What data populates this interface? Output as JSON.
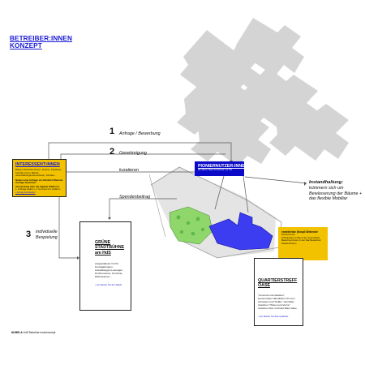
{
  "title": {
    "line1": "BETREIBER:INNEN",
    "line2": "KONZEPT"
  },
  "steps": [
    {
      "num": "1",
      "label": "Anfrage / Bewerbung"
    },
    {
      "num": "2",
      "label": "Genehmigung"
    },
    {
      "num": "3",
      "label": "individuelle",
      "label2": "Bespielung"
    }
  ],
  "flow_labels": {
    "kuratieren": "kuratieren",
    "spenden": "Spendenbeitrag"
  },
  "interessent": {
    "heading": "INTERESSENT:INNEN",
    "text": "Bürger, Einwohnerinnen, Vereine, Kollektive, Künstler:innen, Bands, Veranstaltungsunternehmen, Schulen...",
    "text2": "Nutzen eine Anfrage via öffentlich Website Anfrage bewerben.",
    "text3": "Verwendung über die digitale Plattform:",
    "text4": "1. Anfrage stellen • 2. Konzept kuz erklären",
    "link": "• Antrag bearbeiten"
  },
  "pionier": {
    "heading": "PIONIERNUTZER:INNEN",
    "text": "als aktive Raumnutzende vor Ort"
  },
  "instandhaltung": {
    "heading": "Instandhaltung:",
    "text": "kümmern sich um Bewässerung der Bäume + das flexible Mobiliar"
  },
  "erweiterbar": {
    "heading": "erweiterbar (Knopf-Webende",
    "lines": [
      "Pionier/innen",
      "Arbeitende im Raum der Gesundheit",
      "Bewohner/innen in der Nachbarschaft",
      "Passant/innen"
    ]
  },
  "stadtbuehne": {
    "heading": "GRÜNE STADTBÜHNE am HdS",
    "text": "ausgestalteter Ort für Kunstgattungen, Ausstellungen Lesungen, Performances, Konzerte, Diskussionen...",
    "link": "• ein Raum für die Stadt"
  },
  "oase": {
    "heading": "QUARTIERSTREFF OASE",
    "text": "\"Umsonst und draußen\" konsumfreier öffentlicher Ort zum Verweilen und Treffen. Vermittler zwischen \"Hinten und Vorne\" zwischen Kiez und Karl-Marx-Allee",
    "link": "• ein Raum für das Quartier"
  },
  "footer": {
    "brand": "NUMELA",
    "text": "HdS Betreiber:innenkonzept"
  },
  "colors": {
    "accent_blue": "#1a1ad6",
    "pionier_blue": "#0a0ac8",
    "yellow": "#f2c200",
    "green": "#8fd66b",
    "building_gray": "#d6d6d6"
  }
}
